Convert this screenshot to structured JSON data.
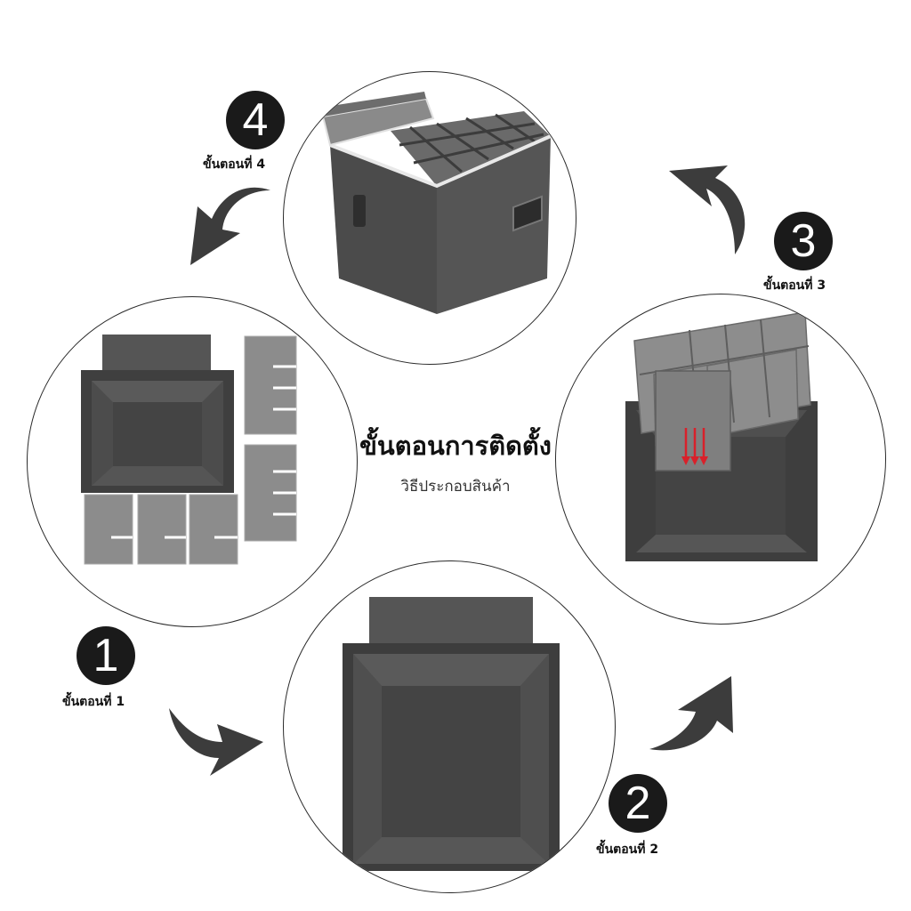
{
  "title": "ขั้นตอนการติดตั้ง",
  "subtitle": "วิธีประกอบสินค้า",
  "steps": [
    {
      "number": "1",
      "label": "ขั้นตอนที่ 1"
    },
    {
      "number": "2",
      "label": "ขั้นตอนที่ 2"
    },
    {
      "number": "3",
      "label": "ขั้นตอนที่ 3"
    },
    {
      "number": "4",
      "label": "ขั้นตอนที่ 4"
    }
  ],
  "colors": {
    "box": "#4a4a4a",
    "box_dark": "#3a3a3a",
    "divider": "#8a8a8a",
    "arrow": "#3c3c3c",
    "accent_red": "#d9202a"
  },
  "icons": [
    "curved-arrow-icon",
    "down-arrow-icon"
  ]
}
